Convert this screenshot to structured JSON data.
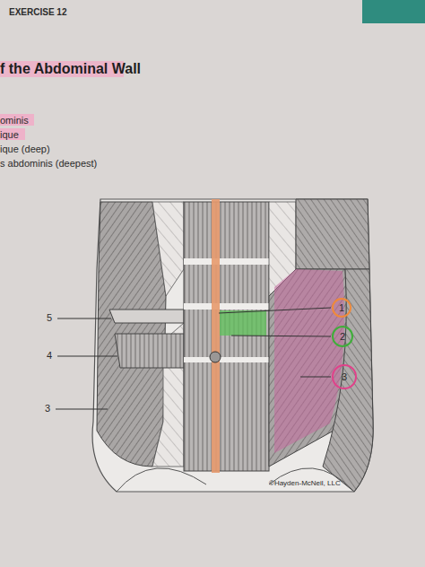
{
  "diagram": {
    "title": "f the Abdominal Wall",
    "nodes": [
      {
        "text": [
          "1"
        ]
      },
      {
        "text": [
          "2"
        ]
      },
      {
        "text": [
          "3"
        ]
      }
    ],
    "labels": [
      "EXERCISE 12",
      "ominis",
      "ique",
      "ique (deep)",
      "s abdominis (deepest)",
      "5",
      "4",
      "3",
      "©Hayden-McNeil, LLC"
    ]
  }
}
